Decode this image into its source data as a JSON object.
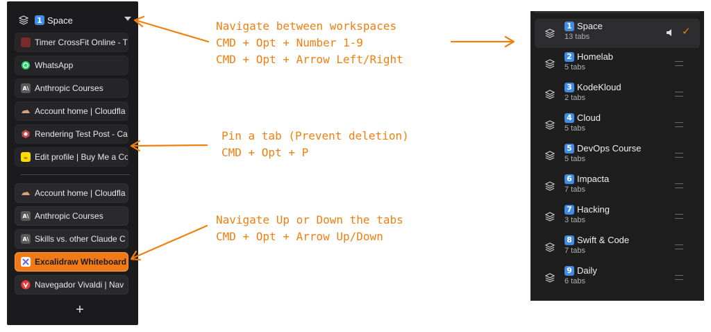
{
  "sidebar": {
    "workspace": {
      "number": "1",
      "name": "Space"
    },
    "pinned_tabs": [
      {
        "title": "Timer CrossFit Online - T",
        "icon": "timer-favicon"
      },
      {
        "title": "WhatsApp",
        "icon": "whatsapp-favicon"
      },
      {
        "title": "Anthropic Courses",
        "icon": "anthropic-favicon"
      },
      {
        "title": "Account home | Cloudfla",
        "icon": "cloudflare-favicon"
      },
      {
        "title": "Rendering Test Post - Ca",
        "icon": "hugo-favicon"
      },
      {
        "title": "Edit profile | Buy Me a Co",
        "icon": "buymeacoffee-favicon"
      }
    ],
    "tabs": [
      {
        "title": "Account home | Cloudfla",
        "icon": "cloudflare-favicon"
      },
      {
        "title": "Anthropic Courses",
        "icon": "anthropic-favicon"
      },
      {
        "title": "Skills vs. other Claude C",
        "icon": "anthropic-favicon"
      },
      {
        "title": "Excalidraw Whiteboard",
        "icon": "excalidraw-favicon",
        "active": true
      },
      {
        "title": "Navegador Vivaldi | Nav",
        "icon": "vivaldi-favicon"
      }
    ],
    "new_tab_label": "+"
  },
  "annotations": {
    "workspaces": [
      "Navigate between workspaces",
      "CMD + Opt + Number 1-9",
      "CMD + Opt + Arrow Left/Right"
    ],
    "pin": [
      "Pin a tab (Prevent deletion)",
      "CMD + Opt + P"
    ],
    "updown": [
      "Navigate Up or Down the tabs",
      "CMD + Opt + Arrow Up/Down"
    ]
  },
  "menu": {
    "items": [
      {
        "number": "1",
        "name": "Space",
        "count": "13 tabs",
        "selected": true
      },
      {
        "number": "2",
        "name": "Homelab",
        "count": "5 tabs"
      },
      {
        "number": "3",
        "name": "KodeKloud",
        "count": "2 tabs"
      },
      {
        "number": "4",
        "name": "Cloud",
        "count": "5 tabs"
      },
      {
        "number": "5",
        "name": "DevOps Course",
        "count": "5 tabs"
      },
      {
        "number": "6",
        "name": "Impacta",
        "count": "7 tabs"
      },
      {
        "number": "7",
        "name": "Hacking",
        "count": "3 tabs"
      },
      {
        "number": "8",
        "name": "Swift & Code",
        "count": "7 tabs"
      },
      {
        "number": "9",
        "name": "Daily",
        "count": "6 tabs"
      }
    ],
    "checkmark": "✓"
  },
  "colors": {
    "accent": "#f07f10",
    "sidebar_bg": "#1b1b1d",
    "active_tab": "#f07a17",
    "badge": "#3f8de6"
  }
}
